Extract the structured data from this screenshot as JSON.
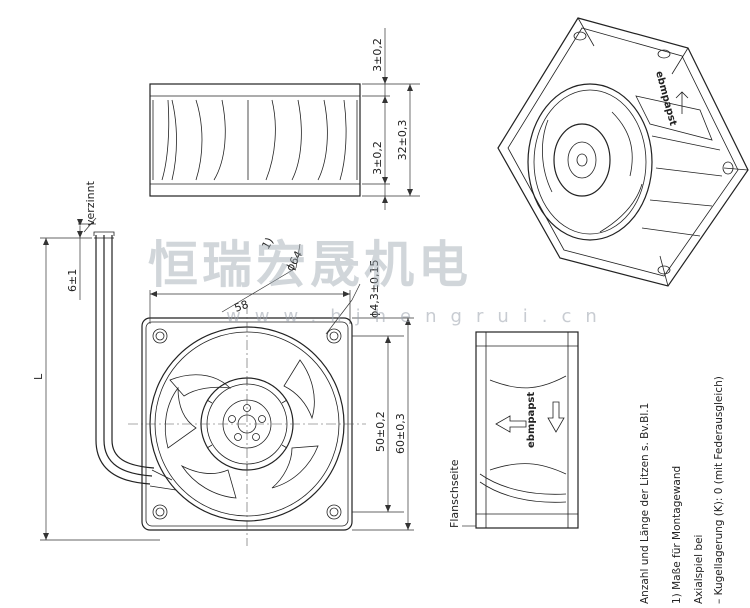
{
  "labels": {
    "verzinnt": "verzinnt",
    "dim_6": "6±1",
    "dim_L": "L",
    "note_ref": "1)",
    "dim_phi64": "ϕ64",
    "dim_58": "58",
    "dim_hole": "ϕ4,3±0,15",
    "dim_50": "50±0,2",
    "dim_60": "60±0,3",
    "dim_3_top": "3±0,2",
    "dim_3_mid": "3±0,2",
    "dim_32": "32±0,3",
    "flanschseite": "Flanschseite",
    "brand": "ebmpapst"
  },
  "notes": {
    "n1": "Anzahl und Länge der Litzen s. Bv.Bl.1",
    "n2": "1) Maße für Montagewand",
    "n3": "Axialspiel bei",
    "n4": "– Kugellagerung (K): 0 (mit Federausgleich)"
  },
  "watermark": {
    "main": "恒瑞宏晟机电",
    "url": "www.hjhengrui.cn"
  },
  "colors": {
    "line": "#222222",
    "watermark": "#9aa3ad"
  }
}
